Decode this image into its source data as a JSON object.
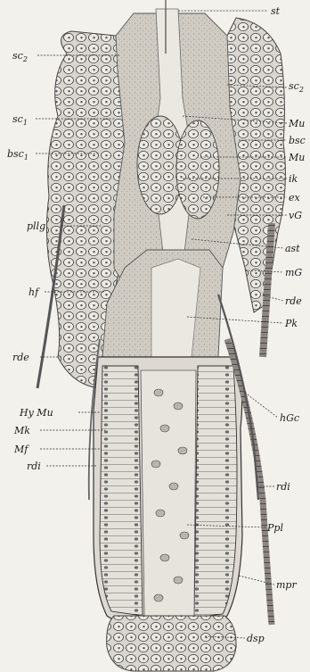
{
  "labels": {
    "st": "st",
    "sc2_left": "sc",
    "sc2_left_sub": "2",
    "sc2_right": "sc",
    "sc2_right_sub": "2",
    "mu_top": "Mu",
    "bsc_right": "bsc",
    "sc1": "sc",
    "sc1_sub": "1",
    "bsc1": "bsc",
    "bsc1_sub": "1",
    "mu_mid": "Mu",
    "ik": "ik",
    "ex": "ex",
    "pllg": "pllg",
    "vg": "vG",
    "ast": "ast",
    "mg": "mG",
    "hf": "hf",
    "rde_right": "rde",
    "pk": "Pk",
    "rde_left": "rde",
    "hymu": "Hy Mu",
    "hgc": "hGc",
    "mk": "Mk",
    "mf": "Mf",
    "rdi_left": "rdi",
    "rdi_right": "rdi",
    "ppl": "Ppl",
    "mpr": "mpr",
    "dsp": "dsp"
  }
}
